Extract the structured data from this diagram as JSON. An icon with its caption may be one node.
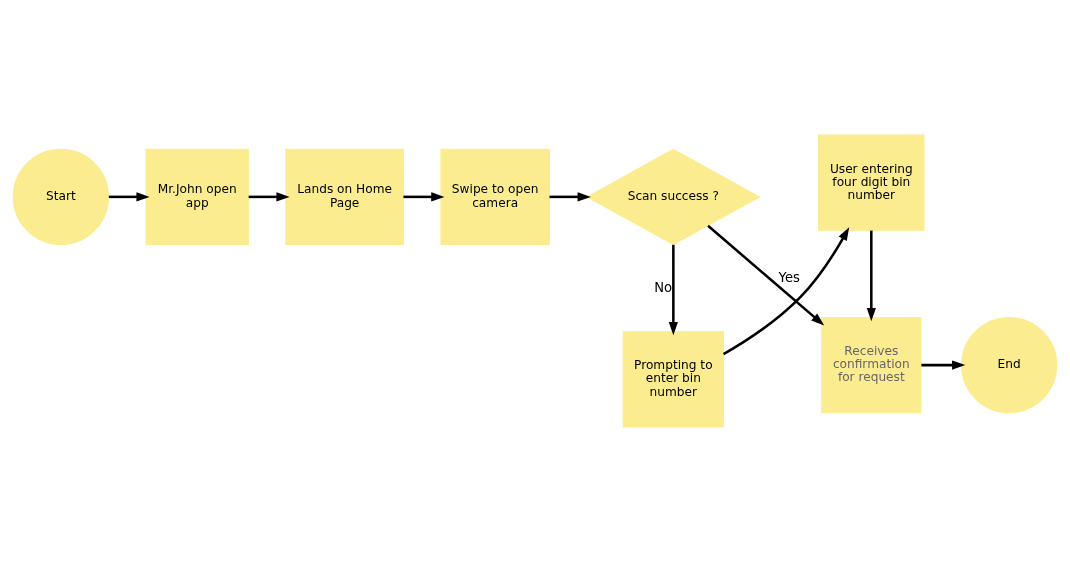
{
  "diagram": {
    "nodes": [
      {
        "text": [
          "Start"
        ]
      },
      {
        "text": [
          "Mr.John open app"
        ]
      },
      {
        "text": [
          "Lands on Home Page"
        ]
      },
      {
        "text": [
          "Swipe to open camera"
        ]
      },
      {
        "text": [
          "Scan success ?"
        ]
      },
      {
        "text": [
          "Prompting to enter bin number"
        ]
      },
      {
        "text": [
          "User entering four digit bin number"
        ]
      },
      {
        "text": [
          "Receives confirmation for request"
        ]
      },
      {
        "text": [
          "End"
        ]
      }
    ],
    "edges": [
      {
        "from": 0,
        "to": 1,
        "arrow": "to"
      },
      {
        "from": 1,
        "to": 2,
        "arrow": "to"
      },
      {
        "from": 2,
        "to": 3,
        "arrow": "to"
      },
      {
        "from": 3,
        "to": 4,
        "arrow": "to"
      },
      {
        "from": 4,
        "to": 5,
        "arrow": "to",
        "label": "No"
      },
      {
        "from": 4,
        "to": 7,
        "arrow": "to",
        "label": "Yes"
      },
      {
        "from": 5,
        "to": 6,
        "arrow": "to"
      },
      {
        "from": 6,
        "to": 7,
        "arrow": "to"
      },
      {
        "from": 7,
        "to": 8,
        "arrow": "to"
      }
    ]
  }
}
